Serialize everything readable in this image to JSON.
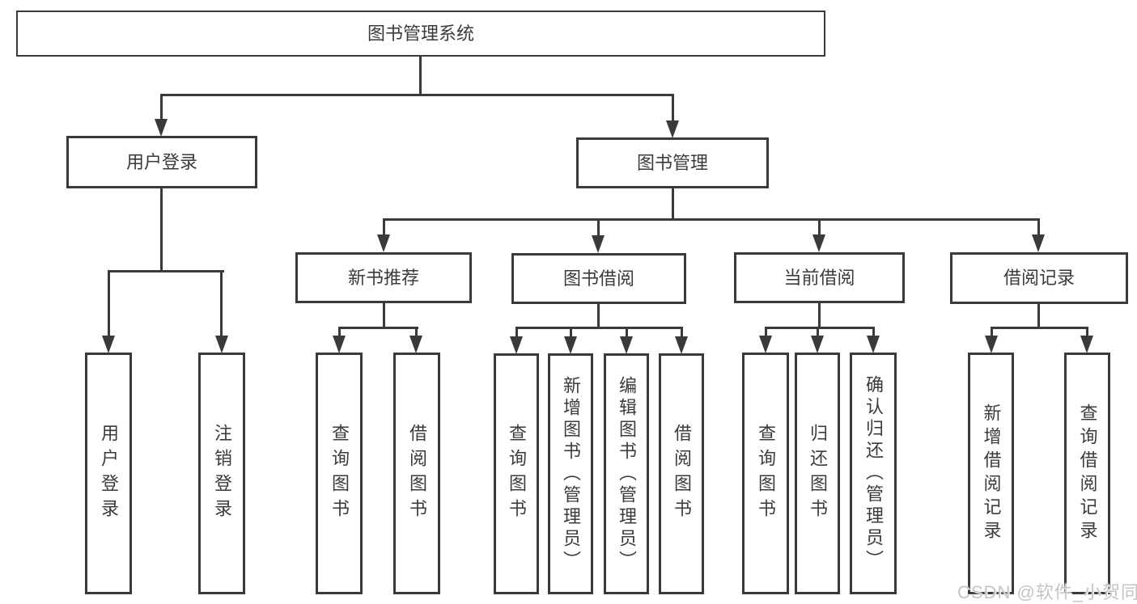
{
  "diagram_title": "图书管理系统",
  "colors": {
    "line": "#3a3a3a",
    "text": "#3b3b3b",
    "background": "#ffffff",
    "watermark": "#c5c5c5"
  },
  "tree": {
    "label": "图书管理系统",
    "children": [
      {
        "label": "用户登录",
        "children": [
          {
            "label": "用户登录"
          },
          {
            "label": "注销登录"
          }
        ]
      },
      {
        "label": "图书管理",
        "children": [
          {
            "label": "新书推荐",
            "children": [
              {
                "label": "查询图书"
              },
              {
                "label": "借阅图书"
              }
            ]
          },
          {
            "label": "图书借阅",
            "children": [
              {
                "label": "查询图书"
              },
              {
                "label": "新增图书（管理员）"
              },
              {
                "label": "编辑图书（管理员）"
              },
              {
                "label": "借阅图书"
              }
            ]
          },
          {
            "label": "当前借阅",
            "children": [
              {
                "label": "查询图书"
              },
              {
                "label": "归还图书"
              },
              {
                "label": "确认归还（管理员）"
              }
            ]
          },
          {
            "label": "借阅记录",
            "children": [
              {
                "label": "新增借阅记录"
              },
              {
                "label": "查询借阅记录"
              }
            ]
          }
        ]
      }
    ]
  },
  "watermark": "CSDN @软件_小贺同学"
}
